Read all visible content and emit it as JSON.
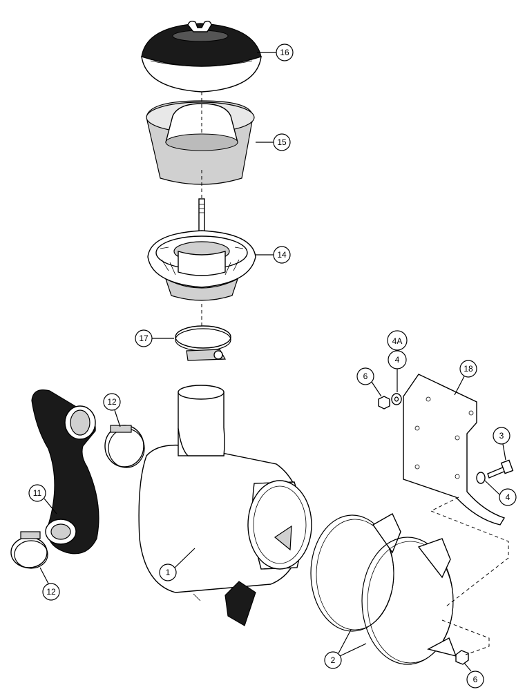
{
  "callouts": {
    "c16": "16",
    "c15": "15",
    "c14": "14",
    "c17": "17",
    "c4A": "4A",
    "c4top": "4",
    "c6top": "6",
    "c18": "18",
    "c12top": "12",
    "c3": "3",
    "c4right": "4",
    "c11": "11",
    "c1": "1",
    "c12bottom": "12",
    "c2": "2",
    "c6bottom": "6"
  }
}
